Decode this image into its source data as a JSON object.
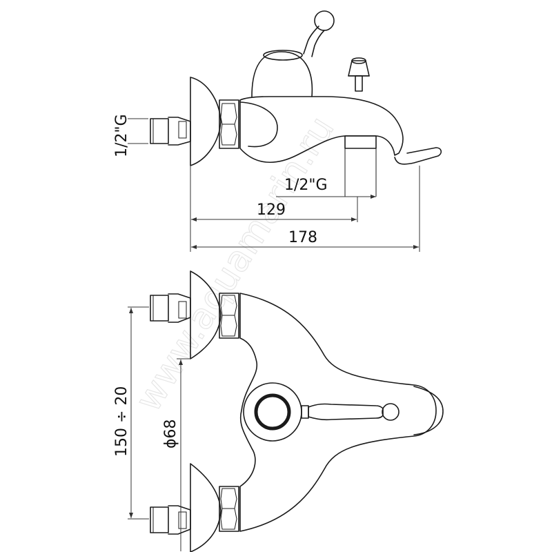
{
  "drawing": {
    "side_view": {
      "inlet_thread_label": "1/2\"G",
      "outlet_thread_label": "1/2\"G",
      "dim_outlet_distance": "129",
      "dim_overall_length": "178"
    },
    "top_view": {
      "dim_inlet_spacing": "150 ÷ 20",
      "dim_flange_diameter": "ϕ68"
    },
    "watermark": "www.aquamarin.ru",
    "line_color": "#1a1a1a"
  }
}
